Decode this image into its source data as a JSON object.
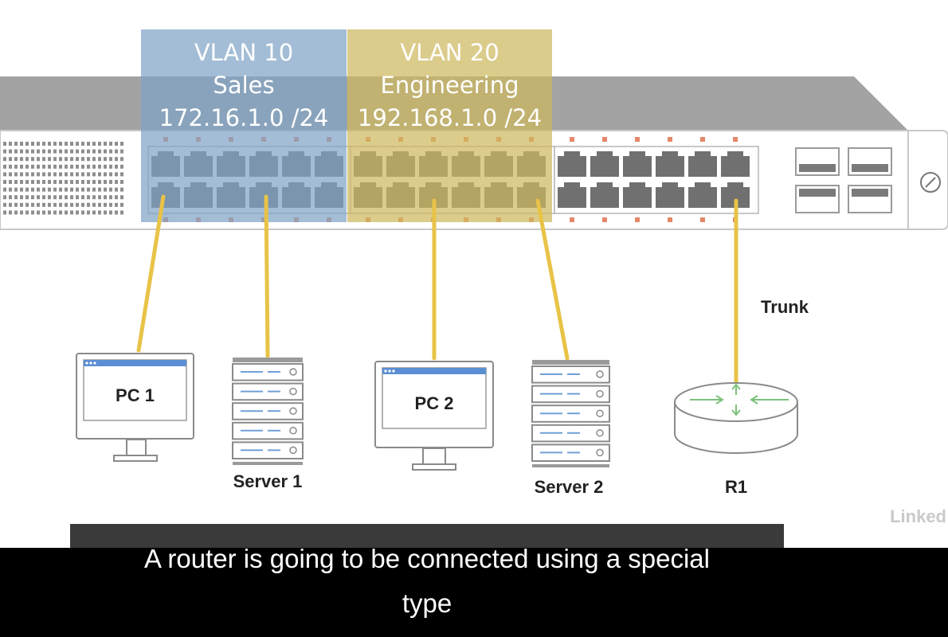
{
  "vlans": [
    {
      "id": "VLAN 10",
      "name": "Sales",
      "subnet": "172.16.1.0 /24",
      "color": "#7fa3c6"
    },
    {
      "id": "VLAN 20",
      "name": "Engineering",
      "subnet": "192.168.1.0 /24",
      "color": "#cdb95e"
    }
  ],
  "devices": {
    "pc1": {
      "screen_label": "PC 1"
    },
    "server1": {
      "label": "Server 1"
    },
    "pc2": {
      "screen_label": "PC 2"
    },
    "server2": {
      "label": "Server 2"
    },
    "router": {
      "label": "R1"
    }
  },
  "links": {
    "trunk_label": "Trunk",
    "cable_color": "#e8c347"
  },
  "watermark": "Linked",
  "caption": {
    "line1": "A router is going to be connected using a special",
    "line2": "type"
  }
}
